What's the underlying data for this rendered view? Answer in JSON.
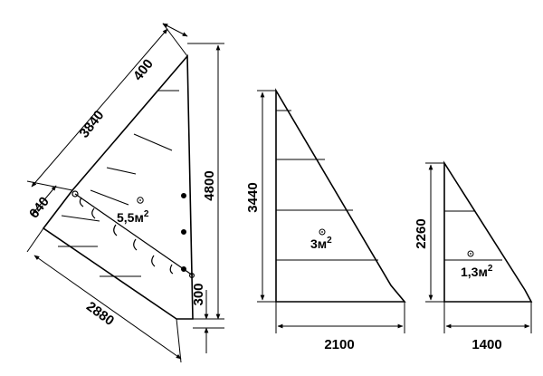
{
  "sail_large": {
    "dim_hypotenuse": "3840",
    "dim_top": "400",
    "dim_height": "4800",
    "dim_side": "640",
    "dim_bottom": "2880",
    "dim_foot": "300",
    "area": "5,5м",
    "area_exp": "2"
  },
  "sail_medium": {
    "dim_height": "3440",
    "dim_base": "2100",
    "area": "3м",
    "area_exp": "2"
  },
  "sail_small": {
    "dim_height": "2260",
    "dim_base": "1400",
    "area": "1,3м",
    "area_exp": "2"
  },
  "colors": {
    "line": "#000000",
    "background": "#ffffff"
  }
}
